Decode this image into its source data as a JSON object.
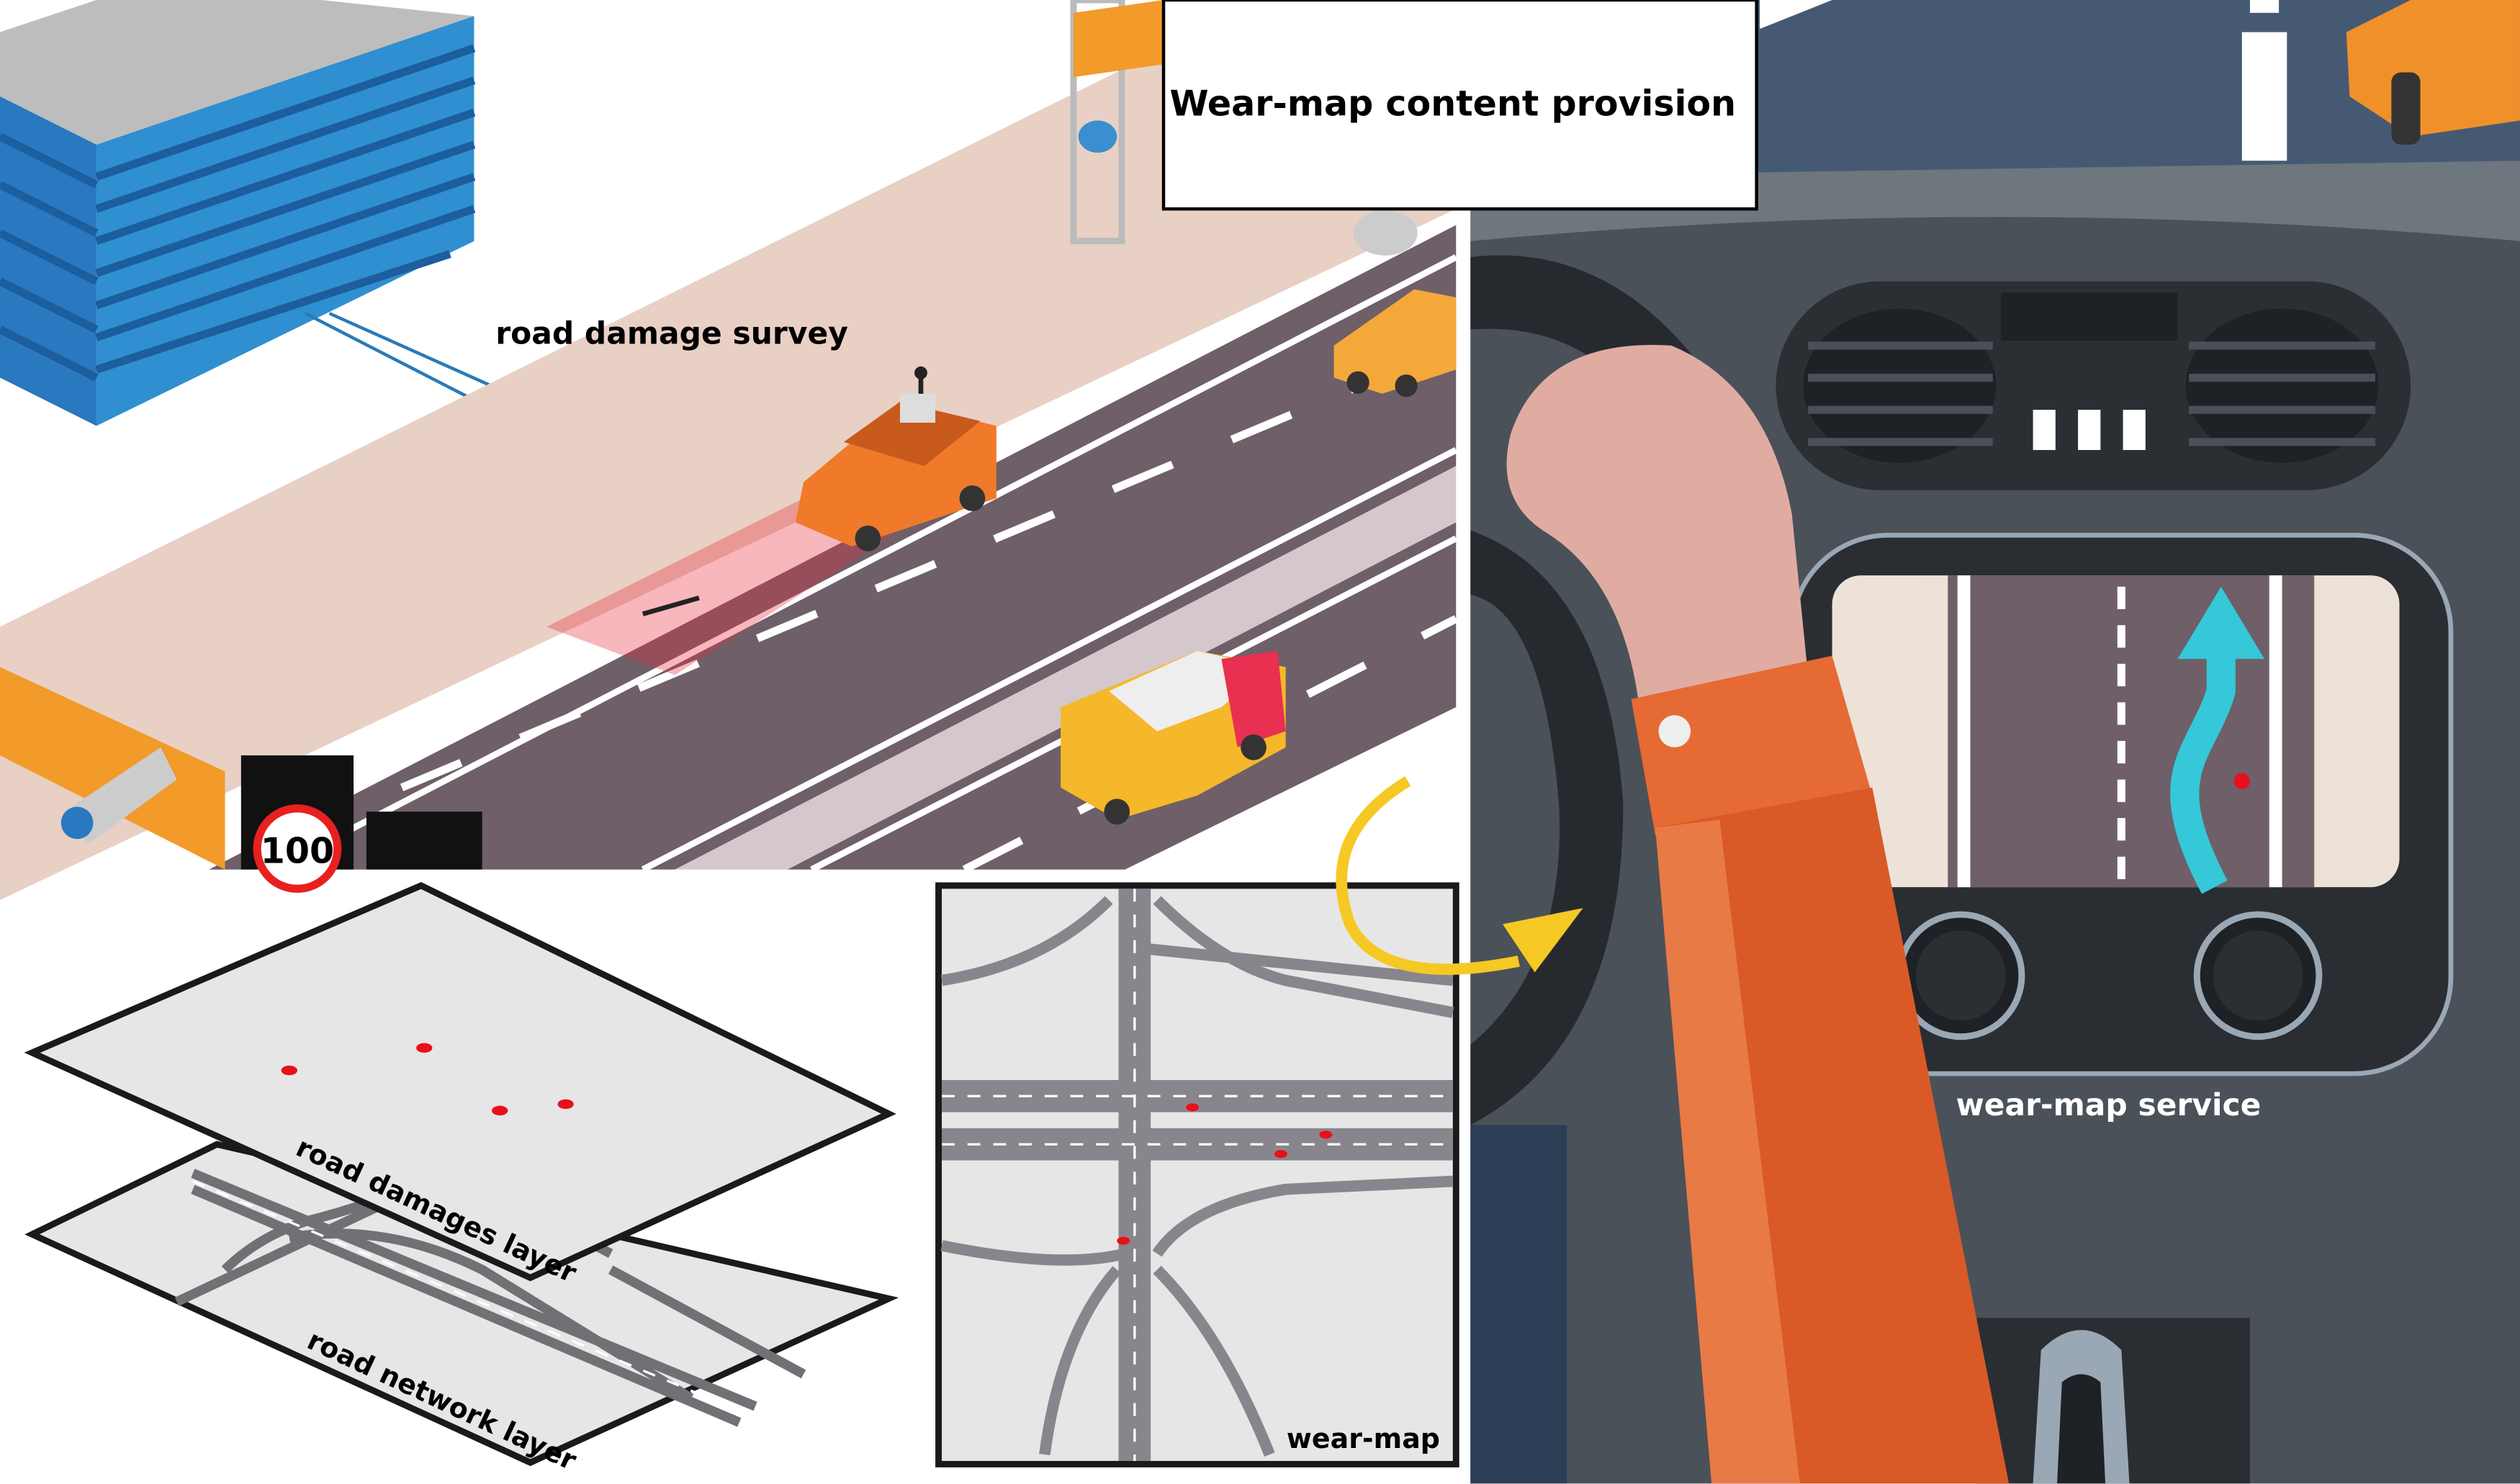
{
  "title": "Wear-map content provision",
  "labels": {
    "survey": "road damage survey",
    "damages_layer": "road damages layer",
    "network_layer": "road network layer",
    "wear_map": "wear-map",
    "service": "wear-map service",
    "speed_sign": "100"
  },
  "colors": {
    "road": "#6e5f69",
    "building": "#2f8fd0",
    "car_orange": "#f07a2a",
    "truck_yellow": "#f5b82a",
    "arrow_yellow": "#f6c823",
    "damage_red": "#e8101a",
    "nav_route": "#35c8d8",
    "sleeve": "#d95a26",
    "skin": "#e0aca2",
    "dashboard": "#3b4047"
  }
}
